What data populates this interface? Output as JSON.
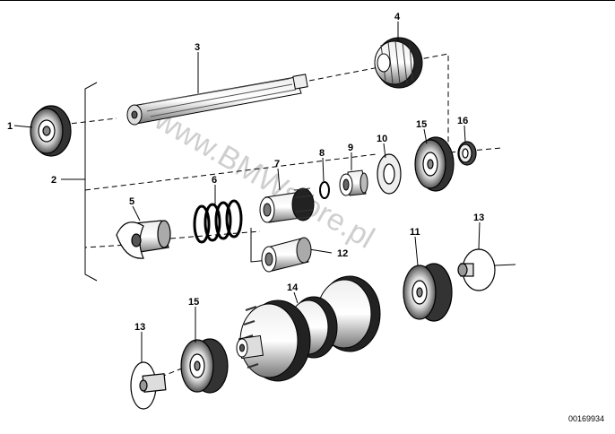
{
  "diagram": {
    "reference_number": "00169934",
    "watermark": "www.BMWstore.pl",
    "callouts": {
      "c1": "1",
      "c2": "2",
      "c3": "3",
      "c4": "4",
      "c5": "5",
      "c6": "6",
      "c7": "7",
      "c8": "8",
      "c9": "9",
      "c10": "10",
      "c11": "11",
      "c12": "12",
      "c13a": "13",
      "c13b": "13",
      "c14": "14",
      "c15a": "15",
      "c15b": "15",
      "c16": "16"
    }
  }
}
